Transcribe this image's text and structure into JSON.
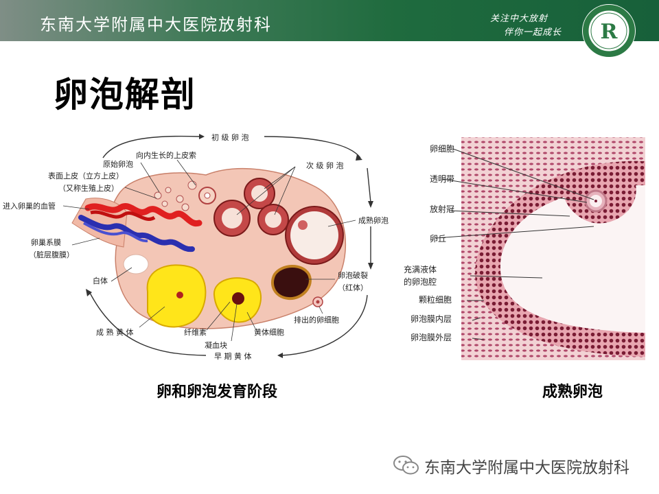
{
  "header": {
    "title": "东南大学附属中大医院放射科",
    "slogan_line1": "关注中大放射",
    "slogan_line2": "伴你一起成长",
    "logo_letter": "R"
  },
  "slide": {
    "title": "卵泡解剖"
  },
  "figure_left": {
    "caption": "卵和卵泡发育阶段",
    "labels": {
      "primary_follicle": "初 级 卵 泡",
      "inward_epithelium": "向内生长的上皮索",
      "primordial_follicle": "原始卵泡",
      "surface_epithelium": "表面上皮（立方上皮）",
      "germinal_epithelium": "（又称生殖上皮）",
      "ovary_vessels": "进入卵巢的血管",
      "mesovarium": "卵巢系膜",
      "visceral_peritoneum": "（脏层腹膜）",
      "secondary_follicle": "次 级 卵 泡",
      "mature_follicle": "成熟卵泡",
      "follicle_rupture": "卵泡破裂",
      "corpus_rubrum": "（红体）",
      "corpus_albicans": "白体",
      "expelled_oocyte": "排出的卵细胞",
      "mature_corpus_luteum": "成 熟 黄 体",
      "fibrin": "纤维素",
      "blood_clot": "凝血块",
      "lutein_cells": "黄体细胞",
      "early_corpus_luteum": "早 期 黄 体"
    }
  },
  "figure_right": {
    "caption": "成熟卵泡",
    "labels": {
      "oocyte": "卵细胞",
      "zona_pellucida": "透明带",
      "corona_radiata": "放射冠",
      "cumulus": "卵丘",
      "antrum_line1": "充满液体",
      "antrum_line2": "的卵泡腔",
      "granulosa": "颗粒细胞",
      "theca_interna": "卵泡膜内层",
      "theca_externa": "卵泡膜外层"
    }
  },
  "footer": {
    "watermark": "东南大学附属中大医院放射科"
  },
  "colors": {
    "header_green": "#1f6b3e",
    "tissue_pink": "#f3c6b6",
    "corpus_yellow": "#ffe51a",
    "vessel_red": "#e02020",
    "vessel_blue": "#2a2fb0"
  }
}
